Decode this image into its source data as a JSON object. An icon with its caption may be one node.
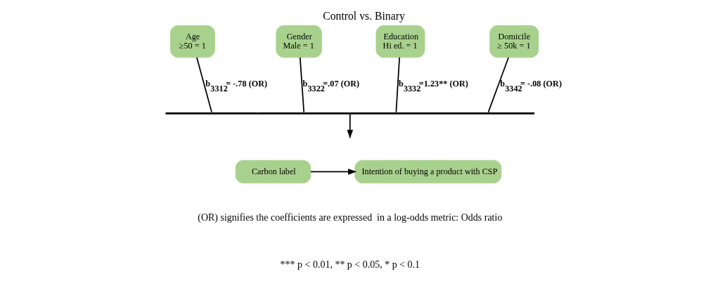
{
  "diagram": {
    "title": "Control vs. Binary",
    "caption": "(OR) signifies the coefficients are expressed  in a log-odds metric: Odds ratio",
    "nodes": [
      {
        "text": [
          "Age",
          "≥50 = 1"
        ]
      },
      {
        "text": [
          "Gender",
          "Male = 1"
        ]
      },
      {
        "text": [
          "Education",
          "Hi ed. = 1"
        ]
      },
      {
        "text": [
          "Domicile",
          "≥ 50k = 1"
        ]
      },
      {
        "text": [],
        "shape": "bar"
      },
      {
        "text": [
          "Carbon label"
        ]
      },
      {
        "text": [
          "Intention of buying a product with CSP"
        ]
      }
    ],
    "edges": [
      {
        "from": 0,
        "to": 4,
        "arrow": "none",
        "label": "b$_{3312}$= -.78 (OR)"
      },
      {
        "from": 1,
        "to": 4,
        "arrow": "none",
        "label": "b$_{3322}$=.07 (OR)"
      },
      {
        "from": 2,
        "to": 4,
        "arrow": "none",
        "label": "b$_{3332}$=1.23** (OR)"
      },
      {
        "from": 3,
        "to": 4,
        "arrow": "none",
        "label": "b$_{3342}$= -.08 (OR)"
      },
      {
        "from": 4,
        "to": null,
        "arrow": "to"
      },
      {
        "from": 5,
        "to": 6,
        "arrow": "to"
      }
    ],
    "labels": [
      "*** p < 0.01, ** p < 0.05, * p < 0.1"
    ]
  }
}
